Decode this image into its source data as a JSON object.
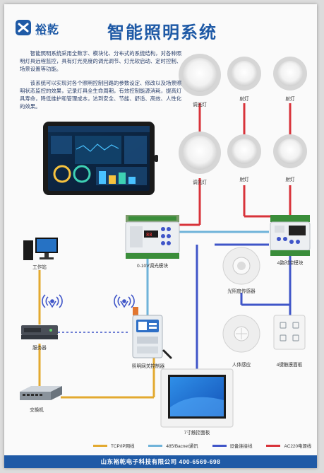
{
  "header": {
    "logo_text": "裕乾",
    "logo_sub": "YUQIAN",
    "title": "智能照明系统"
  },
  "intro": {
    "p1": "智能照明系统采用全数字、模块化、分布式的系统结构，对各种照明灯具远程监控，具有灯光亮度的调光调节、灯光软启动、定时控制、场景设置等功能。",
    "p2": "该系统可以实现对各个照明控制回路的参数设定、修改以及场景照明状态监控的效果，记录灯具全生命周期，有效控制能源消耗，提高灯具寿命，降低维护和管理成本，达到安全、节能、舒适、高效、人性化的效果。"
  },
  "devices": {
    "dimmer_light_top": "调光灯",
    "spot_light_1": "射灯",
    "spot_light_2": "射灯",
    "dimmer_light_mid": "调光灯",
    "spot_light_3": "射灯",
    "spot_light_4": "射灯",
    "dimmer_module": "0-10V调光模块",
    "relay_module": "4路时控模块",
    "workstation": "工作站",
    "light_sensor": "光照度传感器",
    "server": "服务器",
    "gateway": "照明网关控制器",
    "body_sensor": "人体感应",
    "touch_panel": "4键触摸面板",
    "switch": "交换机",
    "screen": "7寸触控面板"
  },
  "legend": {
    "tcp": "TCP/IP网线",
    "bus485": "485/Bacnet通讯",
    "device": "设备连接线",
    "ac220": "AC220电源线"
  },
  "colors": {
    "tcp": "#e3a92f",
    "bus485": "#6fb3d9",
    "device": "#3f55c8",
    "ac220": "#d8333a",
    "brand": "#1f5aa6"
  },
  "footer": {
    "text": "山东裕乾电子科技有限公司   400-6569-698"
  }
}
